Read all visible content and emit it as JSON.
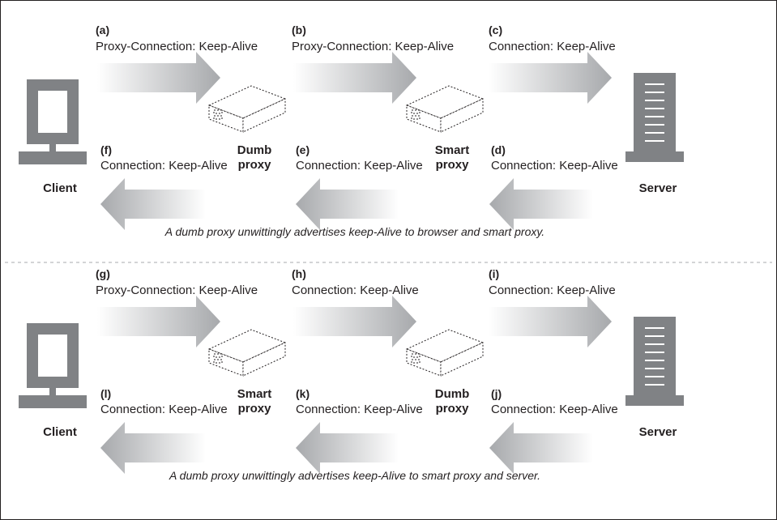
{
  "panels": [
    {
      "forward": [
        {
          "tag": "(a)",
          "header": "Proxy-Connection: Keep-Alive"
        },
        {
          "tag": "(b)",
          "header": "Proxy-Connection: Keep-Alive"
        },
        {
          "tag": "(c)",
          "header": "Connection: Keep-Alive"
        }
      ],
      "backward": [
        {
          "tag": "(f)",
          "header": "Connection: Keep-Alive"
        },
        {
          "tag": "(e)",
          "header": "Connection: Keep-Alive"
        },
        {
          "tag": "(d)",
          "header": "Connection: Keep-Alive"
        }
      ],
      "client_label": "Client",
      "server_label": "Server",
      "proxy1_label": [
        "Dumb",
        "proxy"
      ],
      "proxy2_label": [
        "Smart",
        "proxy"
      ],
      "caption": "A dumb proxy unwittingly advertises keep-Alive to browser and smart proxy."
    },
    {
      "forward": [
        {
          "tag": "(g)",
          "header": "Proxy-Connection: Keep-Alive"
        },
        {
          "tag": "(h)",
          "header": "Connection: Keep-Alive"
        },
        {
          "tag": "(i)",
          "header": "Connection: Keep-Alive"
        }
      ],
      "backward": [
        {
          "tag": "(l)",
          "header": "Connection: Keep-Alive"
        },
        {
          "tag": "(k)",
          "header": "Connection: Keep-Alive"
        },
        {
          "tag": "(j)",
          "header": "Connection: Keep-Alive"
        }
      ],
      "client_label": "Client",
      "server_label": "Server",
      "proxy1_label": [
        "Smart",
        "proxy"
      ],
      "proxy2_label": [
        "Dumb",
        "proxy"
      ],
      "caption": "A dumb proxy unwittingly advertises keep-Alive to smart proxy and server."
    }
  ]
}
